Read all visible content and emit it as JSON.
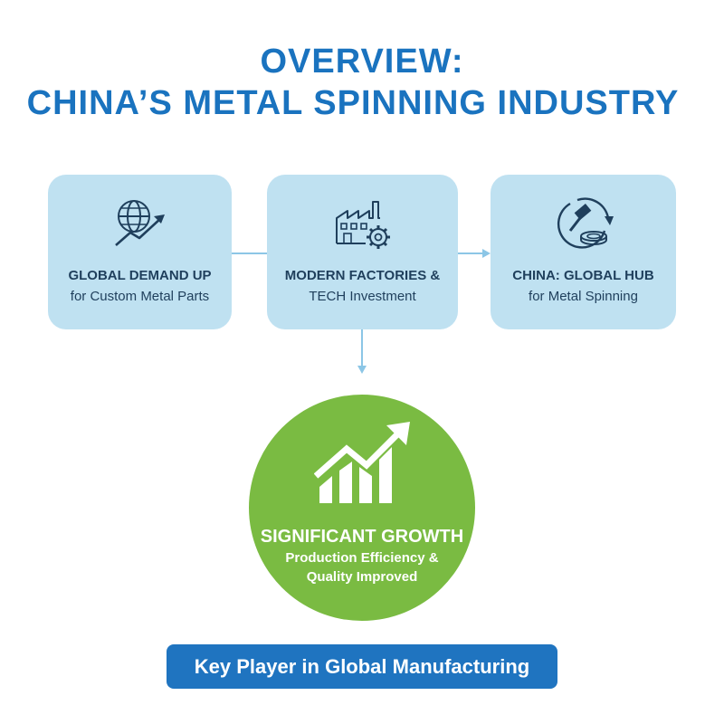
{
  "title": {
    "line1": "OVERVIEW:",
    "line2": "CHINA’S METAL SPINNING INDUSTRY"
  },
  "boxes": [
    {
      "icon": "globe-growth-icon",
      "line1": "GLOBAL DEMAND UP",
      "line2": "for Custom Metal Parts"
    },
    {
      "icon": "factory-gear-icon",
      "line1": "MODERN FACTORIES &",
      "line2": "TECH Investment"
    },
    {
      "icon": "hammer-disc-icon",
      "line1": "CHINA: GLOBAL HUB",
      "line2": "for Metal Spinning"
    }
  ],
  "result": {
    "icon": "growth-chart-icon",
    "title": "SIGNIFICANT GROWTH",
    "line1": "Production Efficiency &",
    "line2": "Quality Improved"
  },
  "footer": {
    "label": "Key Player in Global Manufacturing"
  },
  "colors": {
    "title": "#1a73bf",
    "box_fill": "#bfe1f1",
    "box_text": "#1f3f5c",
    "arrow": "#8cc6e6",
    "circle": "#7abb42",
    "footer": "#1f74c0"
  }
}
